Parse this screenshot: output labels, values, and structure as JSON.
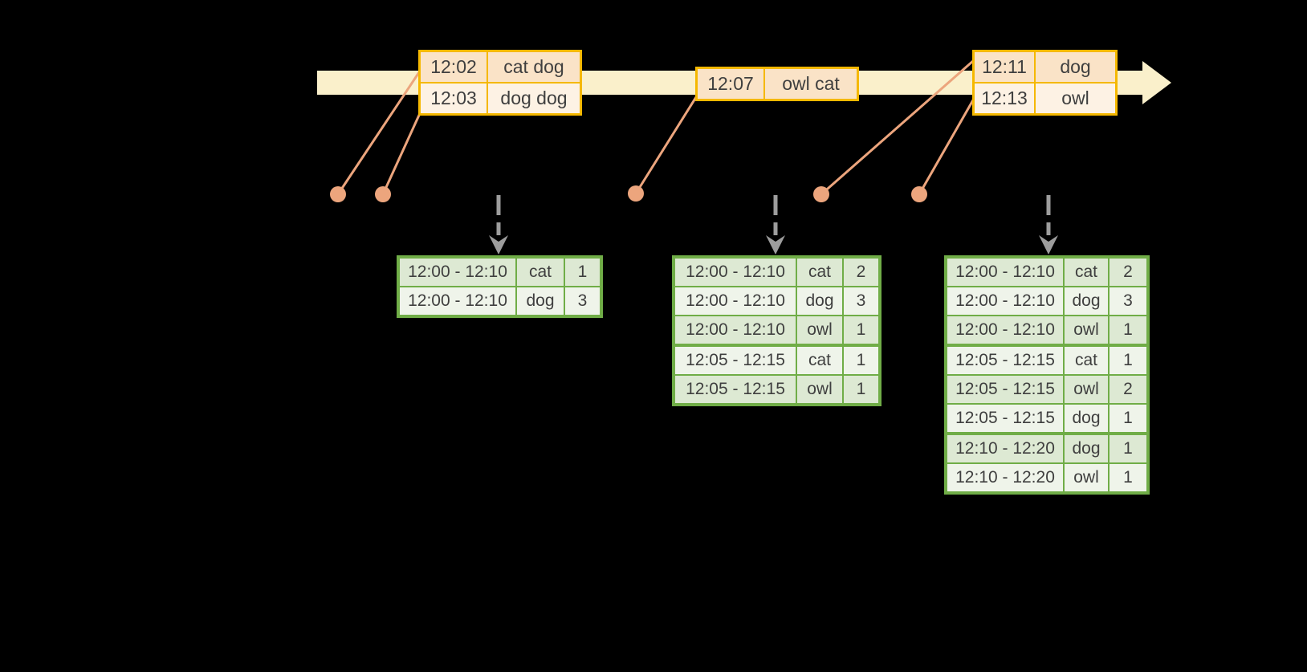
{
  "colors": {
    "background": "#000000",
    "timeline_band": "#FAF0CB",
    "gold_border": "#F5B800",
    "peach_dark": "#FAE3C7",
    "peach_light": "#FDF2E4",
    "salmon": "#ECA57D",
    "green_border": "#70AD47",
    "green_dark": "#DDE9D3",
    "green_light": "#EFF4EA",
    "arrow_gray": "#9D9D9D",
    "text": "#3F3F3F"
  },
  "event_tables": [
    {
      "rows": [
        {
          "time": "12:02",
          "words": "cat dog"
        },
        {
          "time": "12:03",
          "words": "dog dog"
        }
      ]
    },
    {
      "rows": [
        {
          "time": "12:07",
          "words": "owl cat"
        }
      ]
    },
    {
      "rows": [
        {
          "time": "12:11",
          "words": "dog"
        },
        {
          "time": "12:13",
          "words": "owl"
        }
      ]
    }
  ],
  "result_tables": [
    {
      "groups": [
        {
          "window": "12:00 - 12:10",
          "counts": [
            {
              "word": "cat",
              "count": "1"
            },
            {
              "word": "dog",
              "count": "3"
            }
          ]
        }
      ]
    },
    {
      "groups": [
        {
          "window": "12:00 - 12:10",
          "counts": [
            {
              "word": "cat",
              "count": "2"
            },
            {
              "word": "dog",
              "count": "3"
            },
            {
              "word": "owl",
              "count": "1"
            }
          ]
        },
        {
          "window": "12:05 - 12:15",
          "counts": [
            {
              "word": "cat",
              "count": "1"
            },
            {
              "word": "owl",
              "count": "1"
            }
          ]
        }
      ]
    },
    {
      "groups": [
        {
          "window": "12:00 - 12:10",
          "counts": [
            {
              "word": "cat",
              "count": "2"
            },
            {
              "word": "dog",
              "count": "3"
            },
            {
              "word": "owl",
              "count": "1"
            }
          ]
        },
        {
          "window": "12:05 - 12:15",
          "counts": [
            {
              "word": "cat",
              "count": "1"
            },
            {
              "word": "owl",
              "count": "2"
            },
            {
              "word": "dog",
              "count": "1"
            }
          ]
        },
        {
          "window": "12:10 - 12:20",
          "counts": [
            {
              "word": "dog",
              "count": "1"
            },
            {
              "word": "owl",
              "count": "1"
            }
          ]
        }
      ]
    }
  ]
}
